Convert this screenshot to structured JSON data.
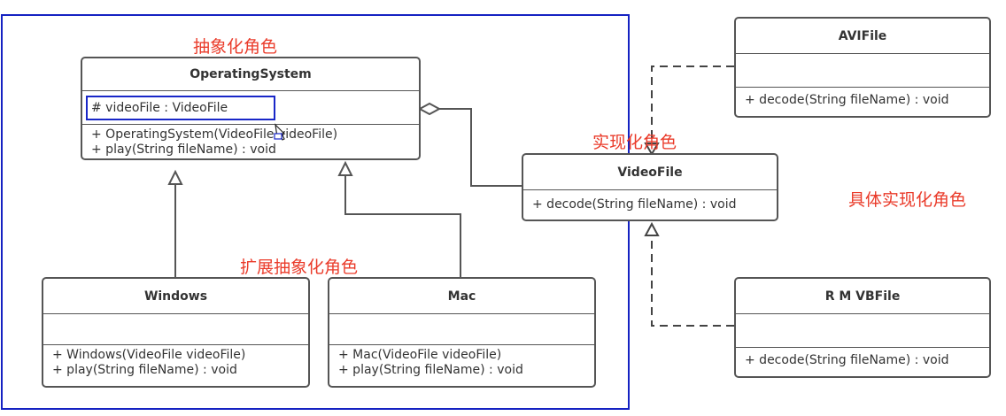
{
  "diagram": {
    "classes": {
      "operating_system": {
        "name": "OperatingSystem",
        "attribute": "# videoFile : VideoFile",
        "operations": [
          "+ OperatingSystem(VideoFile videoFile)",
          "+ play(String fileName) : void"
        ]
      },
      "video_file": {
        "name": "VideoFile",
        "attribute": "",
        "operations": [
          "+ decode(String fileName) : void"
        ]
      },
      "windows": {
        "name": "Windows",
        "attribute": "",
        "operations": [
          "+ Windows(VideoFile videoFile)",
          "+ play(String fileName) : void"
        ]
      },
      "mac": {
        "name": "Mac",
        "attribute": "",
        "operations": [
          "+ Mac(VideoFile videoFile)",
          "+ play(String fileName) : void"
        ]
      },
      "avi_file": {
        "name": "AVIFile",
        "attribute": "",
        "operations": [
          "+ decode(String fileName) : void"
        ]
      },
      "rmvb_file": {
        "name": "R M VBFile",
        "attribute": "",
        "operations": [
          "+ decode(String fileName) : void"
        ]
      }
    },
    "role_labels": {
      "abstraction": "抽象化角色",
      "implementor": "实现化角色",
      "refined_abstraction": "扩展抽象化角色",
      "concrete_implementor": "具体实现化角色"
    },
    "colors": {
      "label": "#ea3b2a",
      "selection": "#1927c8",
      "frame": "#1522c2",
      "class_border": "#555555"
    }
  }
}
